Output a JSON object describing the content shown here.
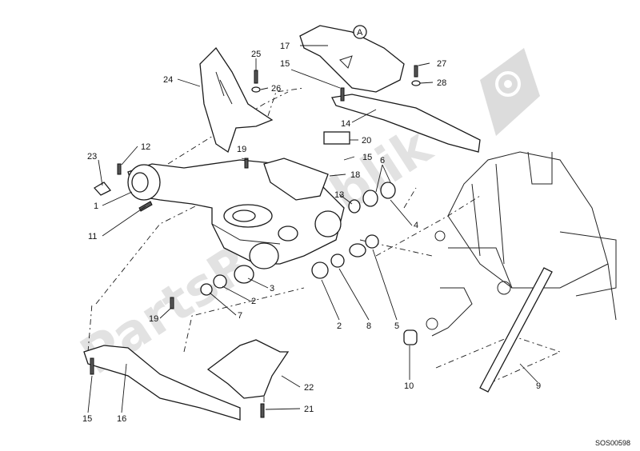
{
  "diagram": {
    "drawing_code": "SOS00598",
    "watermark": "PartsRepublik",
    "view_marker": "A",
    "callouts": {
      "c1": "1",
      "c2a": "2",
      "c2b": "2",
      "c3": "3",
      "c4": "4",
      "c5": "5",
      "c6": "6",
      "c7": "7",
      "c8": "8",
      "c9": "9",
      "c10": "10",
      "c11": "11",
      "c12": "12",
      "c13": "13",
      "c14": "14",
      "c15a": "15",
      "c15b": "15",
      "c15c": "15",
      "c16": "16",
      "c17": "17",
      "c18": "18",
      "c19a": "19",
      "c19b": "19",
      "c20": "20",
      "c21": "21",
      "c22": "22",
      "c23": "23",
      "c24": "24",
      "c25": "25",
      "c26": "26",
      "c27": "27",
      "c28": "28"
    }
  }
}
